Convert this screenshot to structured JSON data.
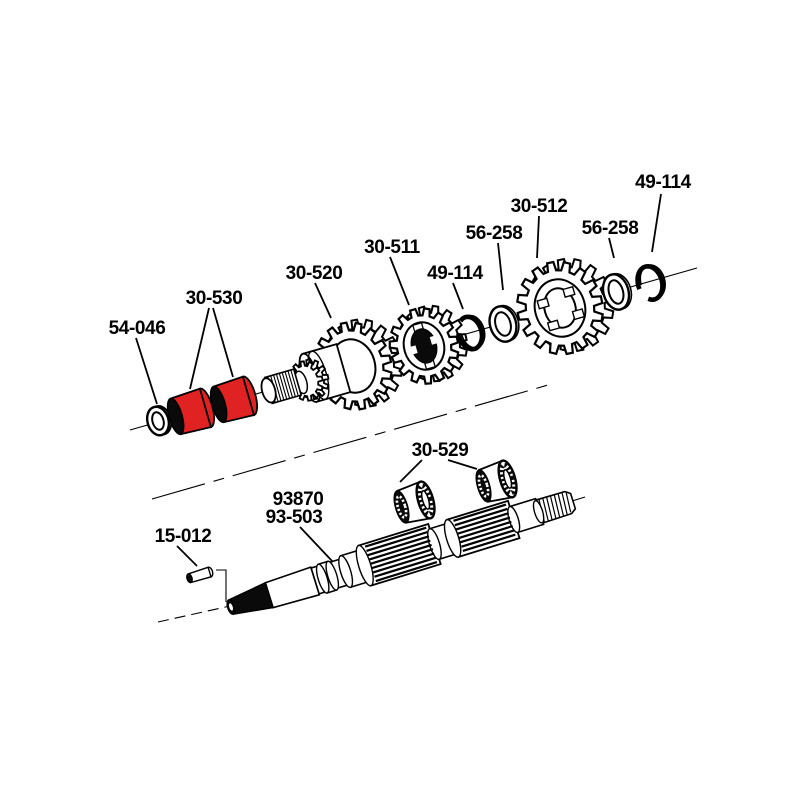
{
  "diagram": {
    "type": "exploded-parts-diagram",
    "colors": {
      "background": "#ffffff",
      "line": "#000000",
      "highlight_red": "#e02222"
    },
    "labels": {
      "washer_54_046": "54-046",
      "bushings_30_530": "30-530",
      "countershaft_gear_30_520": "30-520",
      "gear_30_511": "30-511",
      "retaining_ring_49_114_left": "49-114",
      "spacer_56_258_left": "56-258",
      "gear_30_512": "30-512",
      "spacer_56_258_right": "56-258",
      "retaining_ring_49_114_right": "49-114",
      "bearings_30_529": "30-529",
      "shaft_93870": "93870",
      "shaft_93_503": "93-503",
      "pin_15_012": "15-012"
    }
  }
}
